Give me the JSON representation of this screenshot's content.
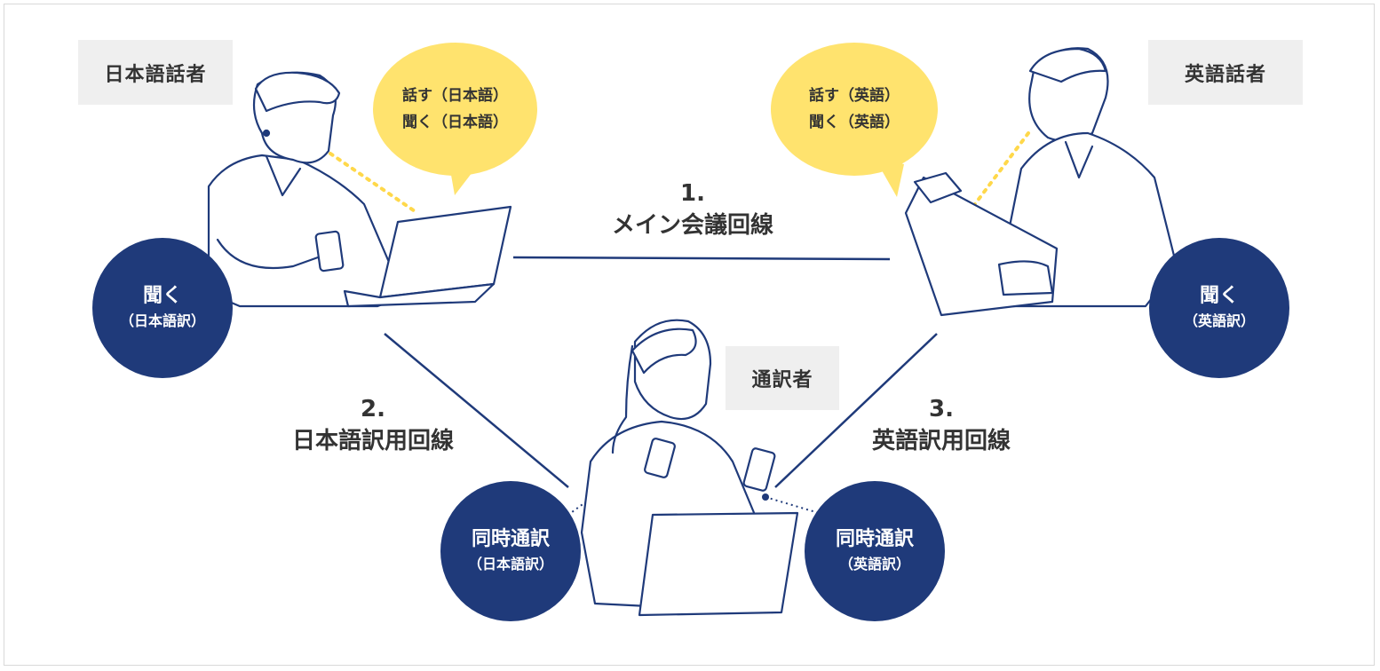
{
  "roles": {
    "japanese_speaker": "日本語話者",
    "english_speaker": "英語話者",
    "interpreter": "通訳者"
  },
  "bubbles": {
    "japanese": {
      "speak": "話す（日本語）",
      "listen": "聞く（日本語）"
    },
    "english": {
      "speak": "話す（英語）",
      "listen": "聞く（英語）"
    }
  },
  "circles": {
    "listen_japanese": {
      "main": "聞く",
      "sub": "（日本語訳）"
    },
    "listen_english": {
      "main": "聞く",
      "sub": "（英語訳）"
    },
    "interp_japanese": {
      "main": "同時通訳",
      "sub": "（日本語訳）"
    },
    "interp_english": {
      "main": "同時通訳",
      "sub": "（英語訳）"
    }
  },
  "lines": {
    "main": {
      "number": "1.",
      "label": "メイン会議回線"
    },
    "japanese": {
      "number": "2.",
      "label": "日本語訳用回線"
    },
    "english": {
      "number": "3.",
      "label": "英語訳用回線"
    }
  },
  "colors": {
    "navy": "#1f3a7a",
    "yellow": "#ffe36e",
    "tag_bg": "#efefef"
  }
}
